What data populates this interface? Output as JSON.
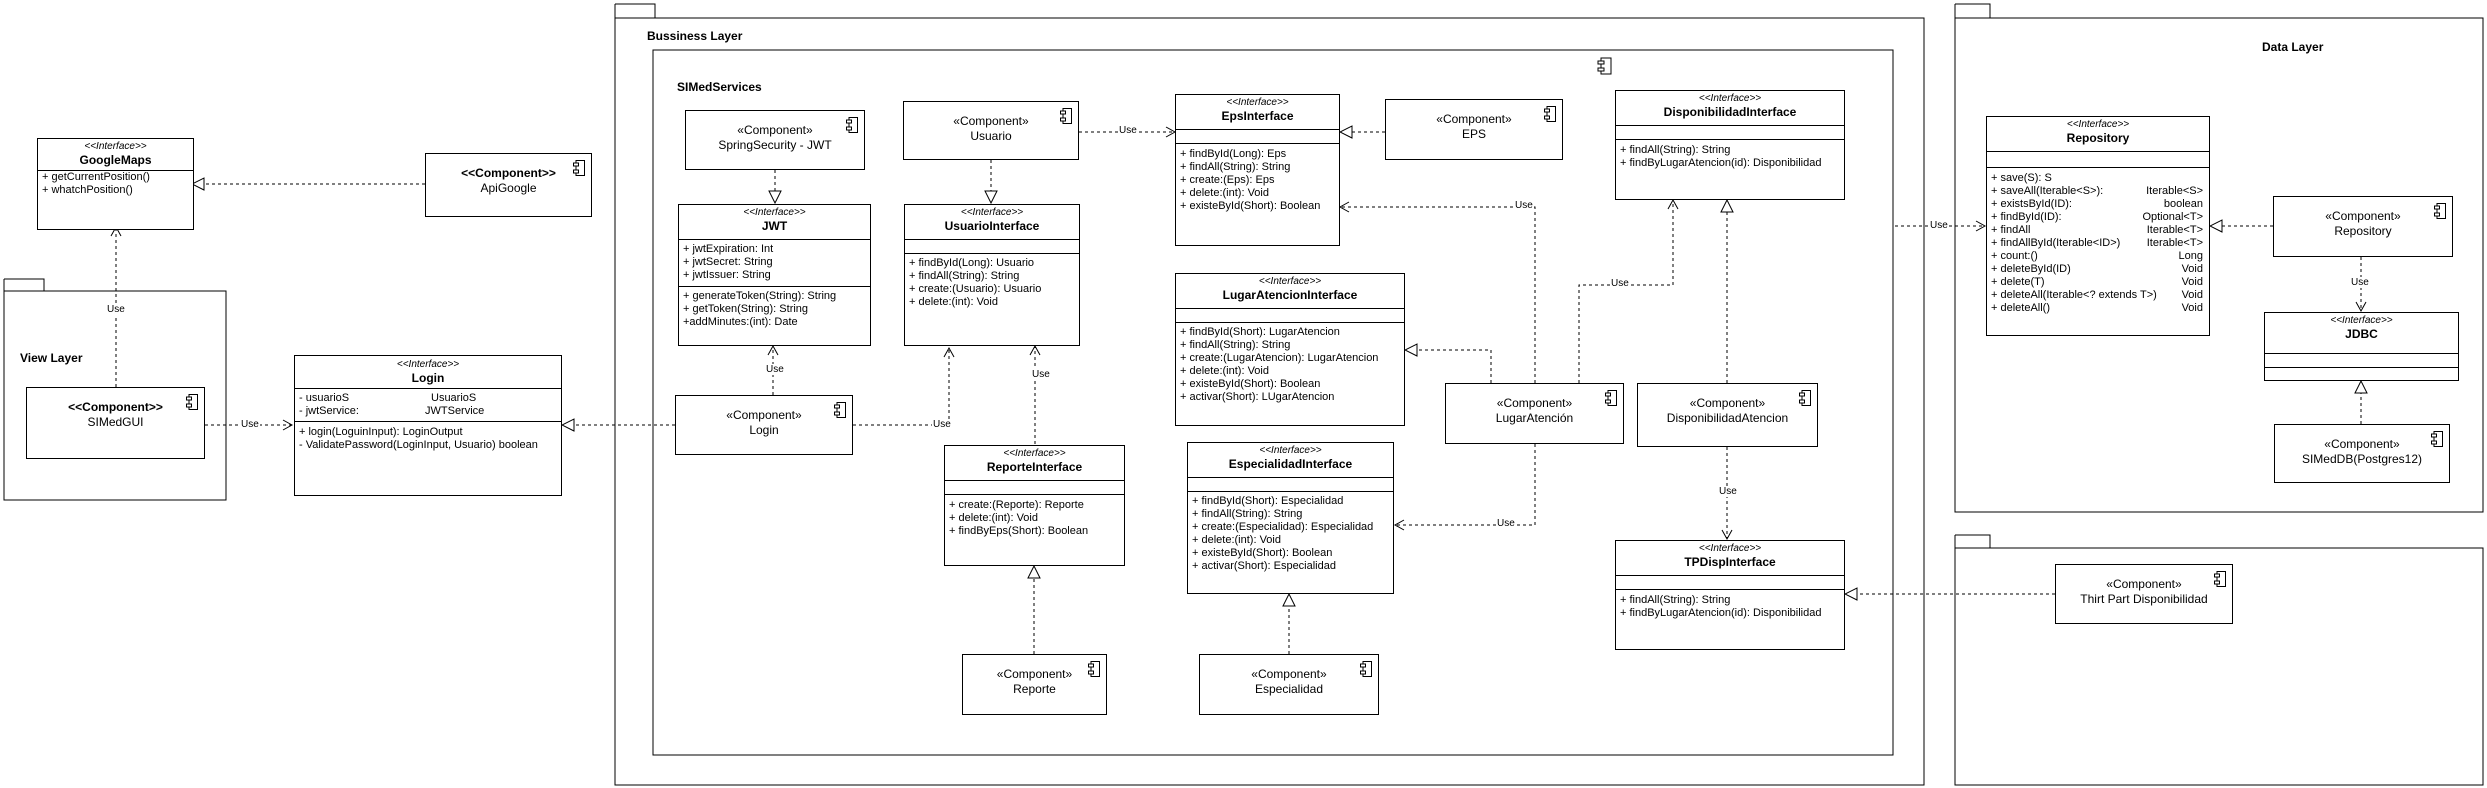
{
  "packages": {
    "view": {
      "title": "View Layer"
    },
    "business": {
      "title": "Bussiness Layer"
    },
    "simed": {
      "title": "SIMedServices"
    },
    "data": {
      "title": "Data Layer"
    }
  },
  "interfaces": {
    "googlemaps": {
      "stereotype": "<<Interface>>",
      "name": "GoogleMaps",
      "methods": [
        "+ getCurrentPosition()",
        "+ whatchPosition()"
      ]
    },
    "login": {
      "stereotype": "<<Interface>>",
      "name": "Login",
      "attrs": [
        [
          "- usuarioS",
          "UsuarioS"
        ],
        [
          "- jwtService:",
          "JWTService"
        ]
      ],
      "methods": [
        "+ login(LoguinInput): LoginOutput",
        "- ValidatePassword(LoginInput, Usuario) boolean"
      ]
    },
    "jwt": {
      "stereotype": "<<Interface>>",
      "name": "JWT",
      "attrs": [
        "+ jwtExpiration: Int",
        "+ jwtSecret: String",
        "+ jwtIssuer: String"
      ],
      "methods": [
        "+ generateToken(String): String",
        "+ getToken(String): String",
        "+addMinutes:(int): Date"
      ]
    },
    "usuario": {
      "stereotype": "<<Interface>>",
      "name": "UsuarioInterface",
      "methods": [
        "+ findById(Long): Usuario",
        "+ findAll(String): String",
        "+ create:(Usuario): Usuario",
        "+ delete:(int): Void"
      ]
    },
    "eps": {
      "stereotype": "<<Interface>>",
      "name": "EpsInterface",
      "methods": [
        "+ findById(Long): Eps",
        "+ findAll(String): String",
        "+ create:(Eps): Eps",
        "+ delete:(int): Void",
        "+ existeById(Short): Boolean"
      ]
    },
    "disponibilidad": {
      "stereotype": "<<Interface>>",
      "name": "DisponibilidadInterface",
      "methods": [
        "+ findAll(String): String",
        "+ findByLugarAtencion(id): Disponibilidad"
      ]
    },
    "lugar": {
      "stereotype": "<<Interface>>",
      "name": "LugarAtencionInterface",
      "methods": [
        "+ findById(Short): LugarAtencion",
        "+ findAll(String): String",
        "+ create:(LugarAtencion): LugarAtencion",
        "+ delete:(int): Void",
        "+ existeById(Short): Boolean",
        "+ activar(Short): LUgarAtencion"
      ]
    },
    "reporte": {
      "stereotype": "<<Interface>>",
      "name": "ReporteInterface",
      "methods": [
        "+ create:(Reporte): Reporte",
        "+ delete:(int): Void",
        "+ findByEps(Short): Boolean"
      ]
    },
    "especialidad": {
      "stereotype": "<<Interface>>",
      "name": "EspecialidadInterface",
      "methods": [
        "+ findById(Short): Especialidad",
        "+ findAll(String): String",
        "+ create:(Especialidad): Especialidad",
        "+ delete:(int): Void",
        "+ existeById(Short): Boolean",
        "+ activar(Short): Especialidad"
      ]
    },
    "tpdisp": {
      "stereotype": "<<Interface>>",
      "name": "TPDispInterface",
      "methods": [
        "+ findAll(String): String",
        "+ findByLugarAtencion(id): Disponibilidad"
      ]
    },
    "repository": {
      "stereotype": "<<Interface>>",
      "name": "Repository",
      "rows": [
        [
          "+ save(S): S",
          ""
        ],
        [
          "+ saveAll(Iterable<S>):",
          "Iterable<S>"
        ],
        [
          "+ existsById(ID):",
          "boolean"
        ],
        [
          "+ findById(ID):",
          "Optional<T>"
        ],
        [
          "+ findAll",
          "Iterable<T>"
        ],
        [
          "+ findAllById(Iterable<ID>)",
          "Iterable<T>"
        ],
        [
          "+ count:()",
          "Long"
        ],
        [
          "+ deleteById(ID)",
          "Void"
        ],
        [
          "+ delete(T)",
          "Void"
        ],
        [
          "+ deleteAll(Iterable<? extends T>)",
          "Void"
        ],
        [
          "+ deleteAll()",
          "Void"
        ]
      ]
    },
    "jdbc": {
      "stereotype": "<<Interface>>",
      "name": "JDBC"
    }
  },
  "components": {
    "apigoogle": {
      "stereotype": "<<Component>>",
      "name": "ApiGoogle"
    },
    "simedgui": {
      "stereotype": "<<Component>>",
      "name": "SIMedGUI"
    },
    "springsecurity": {
      "stereotype": "«Component»",
      "name": "SpringSecurity - JWT"
    },
    "usuario": {
      "stereotype": "«Component»",
      "name": "Usuario"
    },
    "eps": {
      "stereotype": "«Component»",
      "name": "EPS"
    },
    "login": {
      "stereotype": "«Component»",
      "name": "Login"
    },
    "lugar": {
      "stereotype": "«Component»",
      "name": "LugarAtención"
    },
    "disponibilidad": {
      "stereotype": "«Component»",
      "name": "DisponibilidadAtencion"
    },
    "reporte": {
      "stereotype": "«Component»",
      "name": "Reporte"
    },
    "especialidad": {
      "stereotype": "«Component»",
      "name": "Especialidad"
    },
    "repository": {
      "stereotype": "«Component»",
      "name": "Repository"
    },
    "simeddb": {
      "stereotype": "«Component»",
      "name": "SIMedDB(Postgres12)"
    },
    "thirdpart": {
      "stereotype": "«Component»",
      "name": "Thirt Part Disponibilidad"
    }
  },
  "edges": {
    "use": "Use"
  }
}
